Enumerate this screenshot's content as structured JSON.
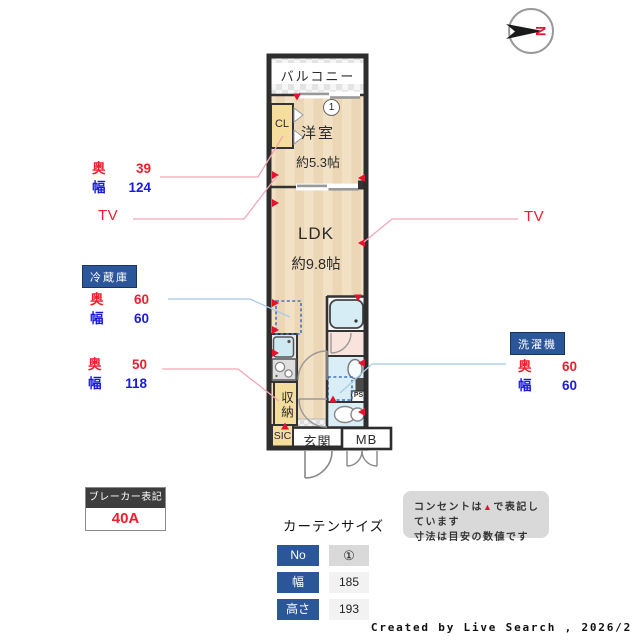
{
  "compass": {
    "north_label": "N"
  },
  "floor_plan": {
    "balcony_label": "バルコニー",
    "western_room": {
      "marker": "1",
      "name": "洋室",
      "size": "約5.3帖"
    },
    "ldk": {
      "name": "LDK",
      "size": "約9.8帖"
    },
    "closet_label": "CL",
    "storage_label": "収納",
    "shoe_closet_label": "SIC",
    "entrance_label": "玄関",
    "meter_box_label": "MB",
    "pipe_space_label": "PS"
  },
  "annotations": {
    "closet_spec": {
      "depth_label": "奥",
      "depth_value": "39",
      "width_label": "幅",
      "width_value": "124"
    },
    "tv_left_label": "TV",
    "refrigerator": {
      "title": "冷蔵庫",
      "depth_label": "奥",
      "depth_value": "60",
      "width_label": "幅",
      "width_value": "60"
    },
    "storage_spec": {
      "depth_label": "奥",
      "depth_value": "50",
      "width_label": "幅",
      "width_value": "118"
    },
    "tv_right_label": "TV",
    "washer": {
      "title": "洗濯機",
      "depth_label": "奥",
      "depth_value": "60",
      "width_label": "幅",
      "width_value": "60"
    }
  },
  "breaker": {
    "title": "ブレーカー表記",
    "value": "40A"
  },
  "curtain_size": {
    "title": "カーテンサイズ",
    "rows": [
      {
        "label": "No",
        "value": "①"
      },
      {
        "label": "幅",
        "value": "185"
      },
      {
        "label": "高さ",
        "value": "193"
      }
    ]
  },
  "notes": {
    "line1_prefix": "コンセントは",
    "line1_marker": "▲",
    "line1_suffix": "で表記しています",
    "line2": "寸法は目安の数値です"
  },
  "credit": "Created by Live Search , 2026/2",
  "colors": {
    "depth_red": "#f01e2c",
    "width_blue": "#1a1ae6",
    "badge_blue": "#2b579a",
    "outlet_red": "#e8112d",
    "leader_pink": "#f2a6b8",
    "leader_blue": "#a8cbe8",
    "floor_tan": "#f3e1c6",
    "closet_yellow": "#f5dd9e"
  }
}
